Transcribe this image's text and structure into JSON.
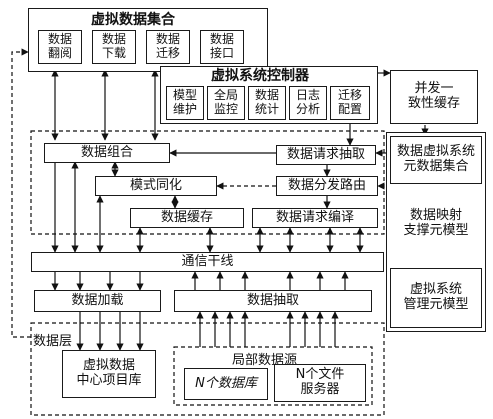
{
  "virtual_set": {
    "title": "虚拟数据集合",
    "items": [
      {
        "line1": "数据",
        "line2": "翻阅"
      },
      {
        "line1": "数据",
        "line2": "下载"
      },
      {
        "line1": "数据",
        "line2": "迁移"
      },
      {
        "line1": "数据",
        "line2": "接口"
      }
    ]
  },
  "controller": {
    "title": "虚拟系统控制器",
    "items": [
      {
        "line1": "模型",
        "line2": "维护"
      },
      {
        "line1": "全局",
        "line2": "监控"
      },
      {
        "line1": "数据",
        "line2": "统计"
      },
      {
        "line1": "日志",
        "line2": "分析"
      },
      {
        "line1": "迁移",
        "line2": "配置"
      }
    ]
  },
  "concurrency": {
    "line1": "并发一",
    "line2": "致性缓存"
  },
  "right_panel": {
    "meta_set": {
      "line1": "数据虚拟系统",
      "line2": "元数据集合"
    },
    "mapping": {
      "line1": "数据映射",
      "line2": "支撑元模型"
    },
    "management": {
      "line1": "虚拟系统",
      "line2": "管理元模型"
    }
  },
  "middle": {
    "data_combine": "数据组合",
    "mode_sync": "模式同化",
    "data_cache": "数据缓存",
    "request_extract": "数据请求抽取",
    "distribute_route": "数据分发路由",
    "request_compile": "数据请求编译"
  },
  "bus": "通信干线",
  "load": "数据加载",
  "extract": "数据抽取",
  "data_layer": {
    "label": "数据层",
    "central_repo": {
      "line1": "虚拟数据",
      "line2": "中心项目库"
    },
    "local_sources": {
      "title": "局部数据源",
      "databases": "N个数据库",
      "file_servers": {
        "line1": "N个文件",
        "line2": "服务器"
      }
    }
  }
}
